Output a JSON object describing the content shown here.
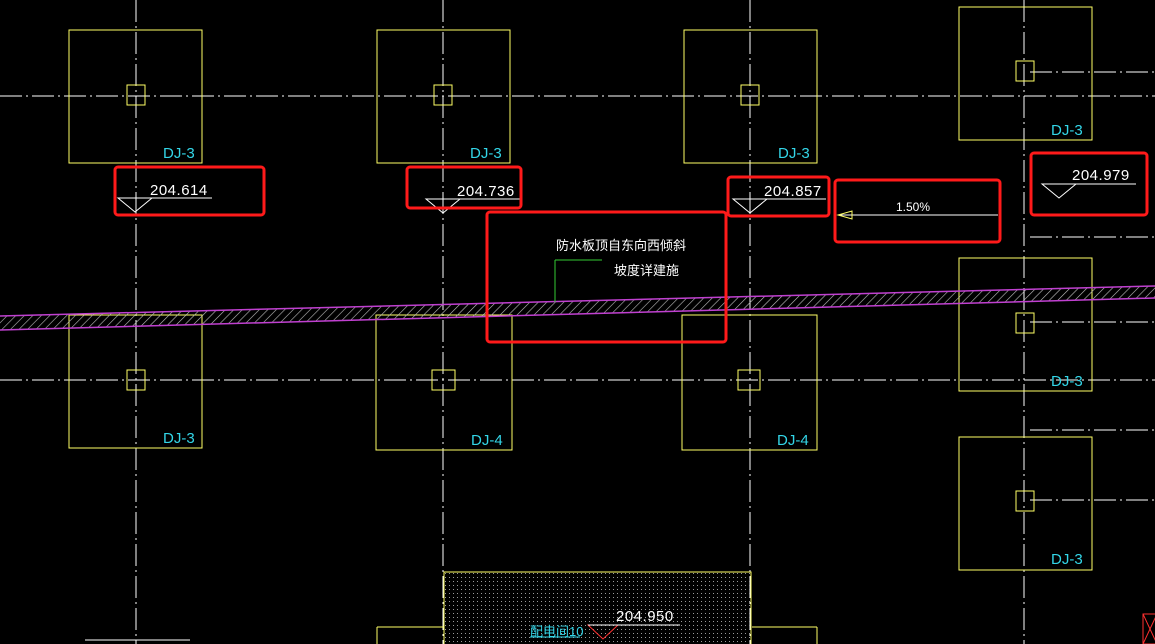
{
  "drawing": {
    "footings": [
      {
        "label": "DJ-3"
      },
      {
        "label": "DJ-3"
      },
      {
        "label": "DJ-3"
      },
      {
        "label": "DJ-3"
      },
      {
        "label": "DJ-3"
      },
      {
        "label": "DJ-4"
      },
      {
        "label": "DJ-4"
      },
      {
        "label": "DJ-3"
      },
      {
        "label": "DJ-3"
      }
    ],
    "elevations": [
      {
        "value": "204.614"
      },
      {
        "value": "204.736"
      },
      {
        "value": "204.857"
      },
      {
        "value": "204.979"
      },
      {
        "value": "204.950"
      }
    ],
    "slope": {
      "value": "1.50%"
    },
    "note": {
      "line1": "防水板顶自东向西倾斜",
      "line2": "坡度详建施"
    },
    "room_label": "配电间10",
    "colors": {
      "background": "#000000",
      "footing_outline": "#ffff66",
      "axis": "#ffffff",
      "footing_label": "#33d6e8",
      "elevation_text": "#ffffff",
      "hatch": "#c040d0",
      "highlight": "#ff1a1a",
      "leader": "#33cc33"
    }
  }
}
